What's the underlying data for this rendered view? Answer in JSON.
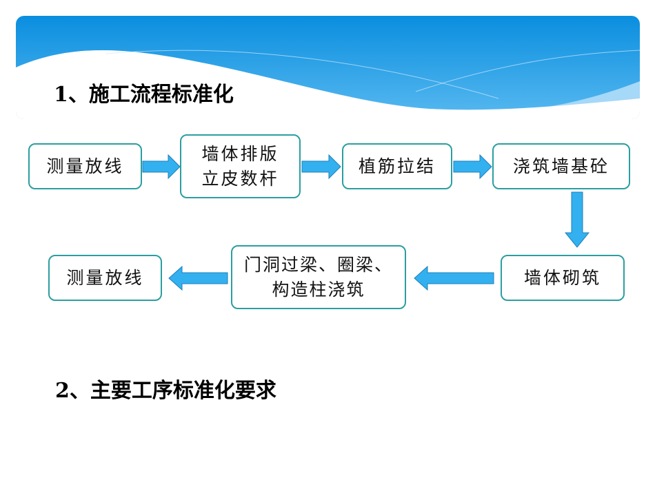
{
  "headings": {
    "h1": "1、施工流程标准化",
    "h2": "2、主要工序标准化要求"
  },
  "flow": {
    "b1": "测量放线",
    "b2a": "墙体排版",
    "b2b": "立皮数杆",
    "b3": "植筋拉结",
    "b4": "浇筑墙基砼",
    "b5": "墙体砌筑",
    "b6a": "门洞过梁、圈梁、",
    "b6b": "构造柱浇筑",
    "b7": "测量放线"
  },
  "colors": {
    "border": "#2b9ea0",
    "arrow": "#33b0ef",
    "banner": "#0d8fdc"
  }
}
